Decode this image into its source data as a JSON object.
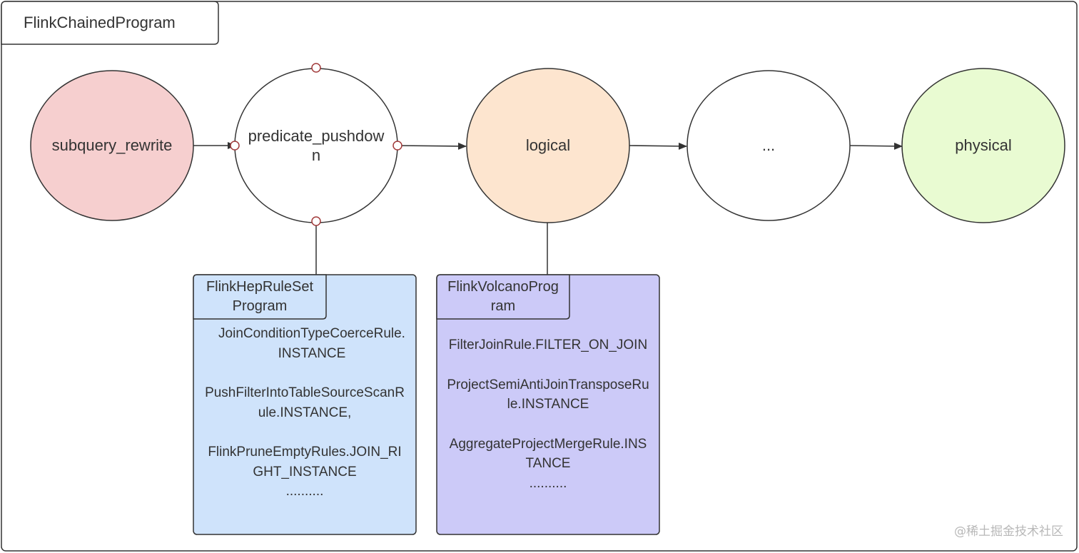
{
  "frame": {
    "title": "FlinkChainedProgram"
  },
  "stages": [
    {
      "id": "subquery_rewrite",
      "label": "subquery_rewrite",
      "fill": "#f6cfcf"
    },
    {
      "id": "predicate_pushdown",
      "label": "predicate_pushdown",
      "fill": "#ffffff"
    },
    {
      "id": "logical",
      "label": "logical",
      "fill": "#fde5cf"
    },
    {
      "id": "ellipsis",
      "label": "...",
      "fill": "#ffffff"
    },
    {
      "id": "physical",
      "label": "physical",
      "fill": "#e9fbd2"
    }
  ],
  "programs": {
    "hep": {
      "title": "FlinkHepRuleSetProgram",
      "fill": "#cfe3fb",
      "rules": [
        "JoinConditionTypeCoerceRule.INSTANCE",
        "PushFilterIntoTableSourceScanRule.INSTANCE,",
        "FlinkPruneEmptyRules.JOIN_RIGHT_INSTANCE",
        ".........."
      ]
    },
    "volcano": {
      "title": "FlinkVolcanoProgram",
      "fill": "#cccaf8",
      "rules": [
        "FilterJoinRule.FILTER_ON_JOIN",
        "ProjectSemiAntiJoinTransposeRule.INSTANCE",
        "AggregateProjectMergeRule.INSTANCE",
        ".........."
      ]
    }
  },
  "watermark": "@稀土掘金技术社区",
  "colors": {
    "stroke": "#333333",
    "connector_point": "#a23b3b"
  }
}
